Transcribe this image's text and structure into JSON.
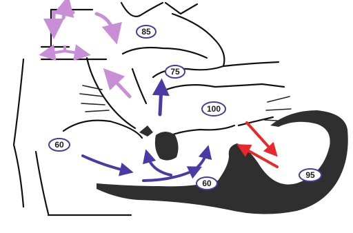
{
  "colors": {
    "muscle": "#2f2f2f",
    "lavender_flow": "#c98fd6",
    "deoxygenated_flow": "#4b3aa6",
    "oxygenated_flow": "#e8282b",
    "badge_ring": "#4b3a9e"
  },
  "saturation_labels": {
    "aorta_top": "85",
    "pulmonary_artery": "75",
    "left_atrium": "100",
    "right_atrium": "60",
    "right_ventricle": "60",
    "pulmonary_veins": "95"
  }
}
